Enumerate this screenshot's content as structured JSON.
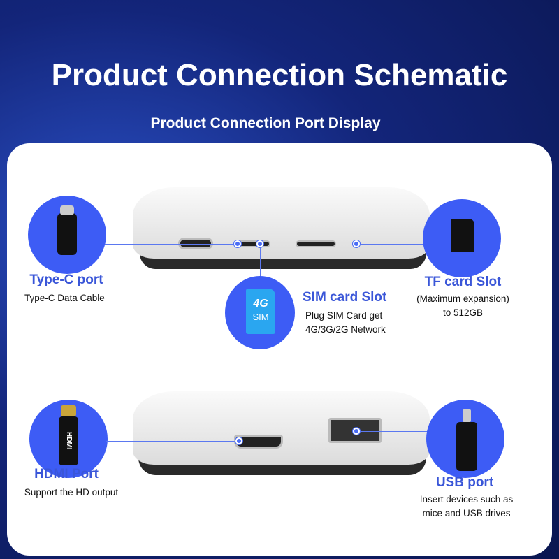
{
  "header": {
    "title": "Product Connection Schematic",
    "subtitle": "Product Connection Port Display"
  },
  "ports": {
    "typec": {
      "label": "Type-C port",
      "desc": "Type-C Data Cable"
    },
    "sim": {
      "label": "SIM card Slot",
      "desc_line1": "Plug SIM Card get",
      "desc_line2": "4G/3G/2G Network",
      "icon_top": "4G",
      "icon_bottom": "SIM"
    },
    "tf": {
      "label": "TF card Slot",
      "desc_line1": "(Maximum expansion)",
      "desc_line2": "to 512GB"
    },
    "hdmi": {
      "label": "HDMI Port",
      "desc": "Support the HD output",
      "icon_text": "HDMI"
    },
    "usb": {
      "label": "USB port",
      "desc_line1": "Insert devices such as",
      "desc_line2": "mice and USB drives"
    }
  },
  "colors": {
    "accent": "#3d5cf5",
    "label": "#3a56d8",
    "background": "#13257a"
  }
}
